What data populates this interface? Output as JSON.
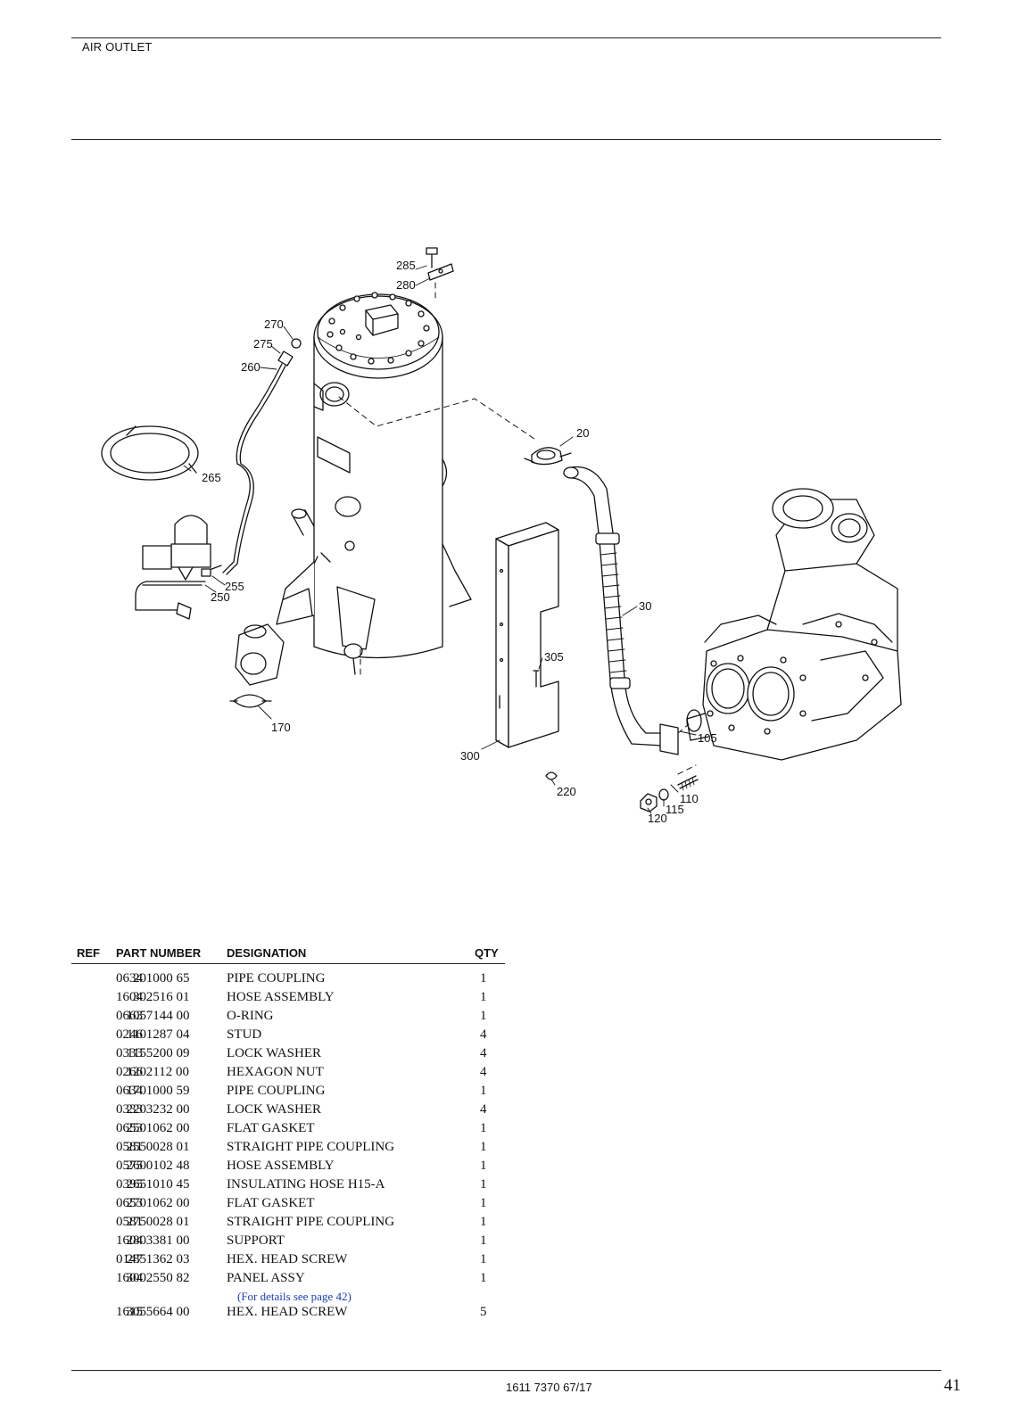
{
  "header": {
    "title": "AIR OUTLET"
  },
  "diagram": {
    "callouts": {
      "c285": "285",
      "c280": "280",
      "c270": "270",
      "c275": "275",
      "c260": "260",
      "c265": "265",
      "c20": "20",
      "c30": "30",
      "c255": "255",
      "c250": "250",
      "c170": "170",
      "c305": "305",
      "c300": "300",
      "c105": "105",
      "c220": "220",
      "c110": "110",
      "c115": "115",
      "c120": "120"
    }
  },
  "parts_table": {
    "headers": {
      "ref": "REF",
      "part_number": "PART NUMBER",
      "designation": "DESIGNATION",
      "qty": "QTY"
    },
    "rows": [
      {
        "ref": "20",
        "part_number": "0634 1000 65",
        "designation": "PIPE COUPLING",
        "qty": "1"
      },
      {
        "ref": "30",
        "part_number": "1604 2516 01",
        "designation": "HOSE ASSEMBLY",
        "qty": "1"
      },
      {
        "ref": "105",
        "part_number": "0663 7144 00",
        "designation": "O-RING",
        "qty": "1"
      },
      {
        "ref": "110",
        "part_number": "0246 1287 04",
        "designation": "STUD",
        "qty": "4"
      },
      {
        "ref": "115",
        "part_number": "0333 5200 09",
        "designation": "LOCK WASHER",
        "qty": "4"
      },
      {
        "ref": "120",
        "part_number": "0266 2112 00",
        "designation": "HEXAGON NUT",
        "qty": "4"
      },
      {
        "ref": "170",
        "part_number": "0634 1000 59",
        "designation": "PIPE COUPLING",
        "qty": "1"
      },
      {
        "ref": "220",
        "part_number": "0333 3232 00",
        "designation": "LOCK WASHER",
        "qty": "4"
      },
      {
        "ref": "250",
        "part_number": "0653 1062 00",
        "designation": "FLAT GASKET",
        "qty": "1"
      },
      {
        "ref": "255",
        "part_number": "0581 0028 01",
        "designation": "STRAIGHT PIPE COUPLING",
        "qty": "1"
      },
      {
        "ref": "260",
        "part_number": "0575 0102 48",
        "designation": "HOSE ASSEMBLY",
        "qty": "1"
      },
      {
        "ref": "265",
        "part_number": "0395 1010 45",
        "designation": "INSULATING HOSE H15-A",
        "qty": "1"
      },
      {
        "ref": "270",
        "part_number": "0653 1062 00",
        "designation": "FLAT GASKET",
        "qty": "1"
      },
      {
        "ref": "275",
        "part_number": "0581 0028 01",
        "designation": "STRAIGHT PIPE COUPLING",
        "qty": "1"
      },
      {
        "ref": "280",
        "part_number": "1604 3381 00",
        "designation": "SUPPORT",
        "qty": "1"
      },
      {
        "ref": "285",
        "part_number": "0147 1362 03",
        "designation": "HEX. HEAD SCREW",
        "qty": "1"
      },
      {
        "ref": "300",
        "part_number": "1604 2550 82",
        "designation": "PANEL ASSY",
        "qty": "1"
      },
      {
        "ref": "305",
        "part_number": "1615 5664 00",
        "designation": "HEX. HEAD SCREW",
        "qty": "5"
      }
    ],
    "note_300": "(For details see page 42)"
  },
  "footer": {
    "doc_number": "1611 7370 67/17",
    "page_number": "41"
  }
}
